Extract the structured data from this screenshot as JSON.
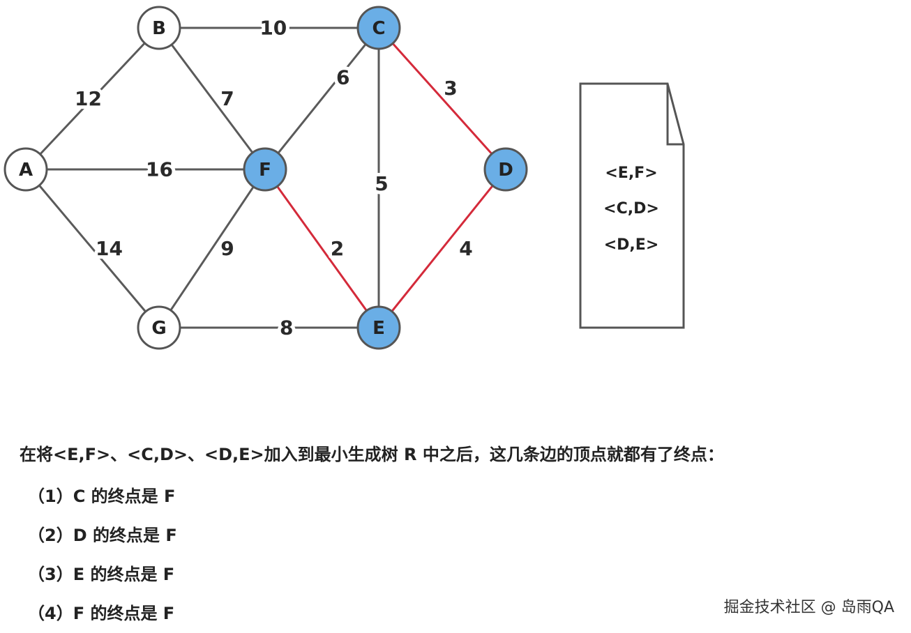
{
  "graph": {
    "nodes": [
      {
        "id": "A",
        "highlighted": false
      },
      {
        "id": "B",
        "highlighted": false
      },
      {
        "id": "C",
        "highlighted": true
      },
      {
        "id": "D",
        "highlighted": true
      },
      {
        "id": "E",
        "highlighted": true
      },
      {
        "id": "F",
        "highlighted": true
      },
      {
        "id": "G",
        "highlighted": false
      }
    ],
    "edges": [
      {
        "from": "B",
        "to": "C",
        "weight": "10",
        "in_tree": false
      },
      {
        "from": "A",
        "to": "B",
        "weight": "12",
        "in_tree": false
      },
      {
        "from": "B",
        "to": "F",
        "weight": "7",
        "in_tree": false
      },
      {
        "from": "C",
        "to": "F",
        "weight": "6",
        "in_tree": false
      },
      {
        "from": "C",
        "to": "D",
        "weight": "3",
        "in_tree": true
      },
      {
        "from": "A",
        "to": "F",
        "weight": "16",
        "in_tree": false
      },
      {
        "from": "C",
        "to": "E",
        "weight": "5",
        "in_tree": false
      },
      {
        "from": "A",
        "to": "G",
        "weight": "14",
        "in_tree": false
      },
      {
        "from": "F",
        "to": "G",
        "weight": "9",
        "in_tree": false
      },
      {
        "from": "F",
        "to": "E",
        "weight": "2",
        "in_tree": true
      },
      {
        "from": "D",
        "to": "E",
        "weight": "4",
        "in_tree": true
      },
      {
        "from": "G",
        "to": "E",
        "weight": "8",
        "in_tree": false
      }
    ],
    "colors": {
      "node_fill_default": "#ffffff",
      "node_fill_highlight": "#6aaee6",
      "node_stroke": "#555555",
      "edge_default": "#5a5a5a",
      "edge_tree": "#d42a3a"
    }
  },
  "document": {
    "icon": "document-icon",
    "lines": [
      "<E,F>",
      "<C,D>",
      "<D,E>"
    ]
  },
  "text": {
    "heading": "在将<E,F>、<C,D>、<D,E>加入到最小生成树 R 中之后，这几条边的顶点就都有了终点：",
    "items": [
      "（1）C 的终点是 F",
      "（2）D 的终点是 F",
      "（3）E 的终点是 F",
      "（4）F 的终点是 F"
    ]
  },
  "watermark": "掘金技术社区 @ 岛雨QA"
}
